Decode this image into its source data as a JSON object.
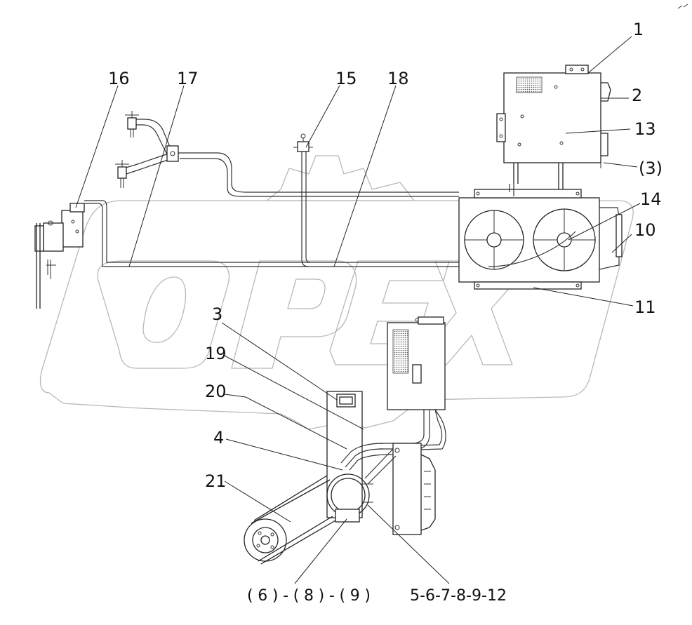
{
  "labels": {
    "l1": "1",
    "l2": "2",
    "l13": "13",
    "l3p": "(3)",
    "l14": "14",
    "l10": "10",
    "l11": "11",
    "l16": "16",
    "l17": "17",
    "l15": "15",
    "l18": "18",
    "l3": "3",
    "l19": "19",
    "l20": "20",
    "l4": "4",
    "l21": "21"
  },
  "captions": {
    "left": "(6)-(8)-(9)",
    "right": "5-6-7-8-9-12"
  },
  "watermark": {
    "letters": [
      "O",
      "P",
      "E",
      "X"
    ]
  }
}
